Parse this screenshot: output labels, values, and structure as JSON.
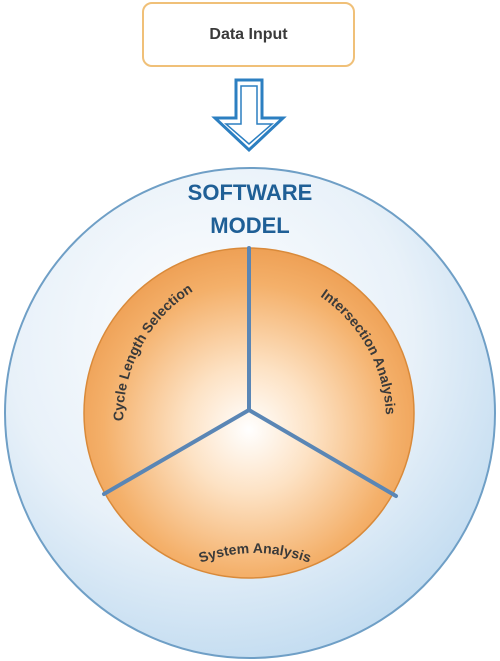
{
  "input": {
    "label": "Data Input"
  },
  "model": {
    "title_line1": "SOFTWARE",
    "title_line2": "MODEL"
  },
  "segments": {
    "left": "Cycle Length Selection",
    "right": "Intersection Analysis",
    "bottom": "System Analysis"
  },
  "colors": {
    "title": "#1f5f96",
    "divider": "#5a86b5",
    "arrow_outline": "#2c7fc1",
    "outer_ring_stroke": "#6f9fc6",
    "inner_circle_stroke": "#d98a3a",
    "input_border": "#f0c078"
  },
  "icons": {
    "flow_arrow": "down-arrow-icon"
  }
}
